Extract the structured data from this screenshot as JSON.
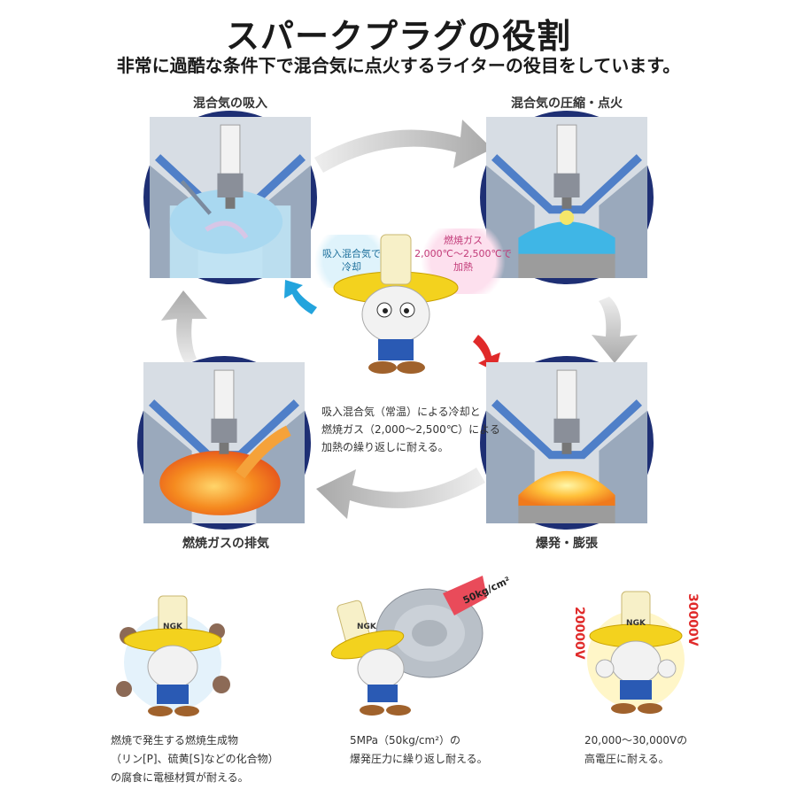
{
  "title": "スパークプラグの役割",
  "subtitle": "非常に過酷な条件下で混合気に点火するライターの役目をしています。",
  "stages": {
    "intake": "混合気の吸入",
    "compression": "混合気の圧縮・点火",
    "combustion": "爆発・膨張",
    "exhaust": "燃焼ガスの排気"
  },
  "bubbles": {
    "cool_line1": "吸入混合気で",
    "cool_line2": "冷却",
    "heat_line1": "燃焼ガス",
    "heat_line2": "2,000℃〜2,500℃で",
    "heat_line3": "加熱"
  },
  "center_note": {
    "line1": "吸入混合気（常温）による冷却と",
    "line2": "燃焼ガス（2,000〜2,500℃）による",
    "line3": "加熱の繰り返しに耐える。"
  },
  "plug_brand": "NGK",
  "pressure_label": "50kg/cm²",
  "voltage_left": "20000V",
  "voltage_right": "30000V",
  "features": [
    {
      "line1": "燃焼で発生する燃焼生成物",
      "line2": "（リン[P]、硫黄[S]などの化合物）",
      "line3": "の腐食に電極材質が耐える。"
    },
    {
      "line1": "5MPa（50kg/cm²）の",
      "line2": "爆発圧力に繰り返し耐える。",
      "line3": ""
    },
    {
      "line1": "20,000〜30,000Vの",
      "line2": "高電圧に耐える。",
      "line3": ""
    }
  ],
  "colors": {
    "ring": "#1e2f74",
    "cool": "#23a4dd",
    "heat": "#e02a2a",
    "arrow": "#b9b9b9"
  }
}
